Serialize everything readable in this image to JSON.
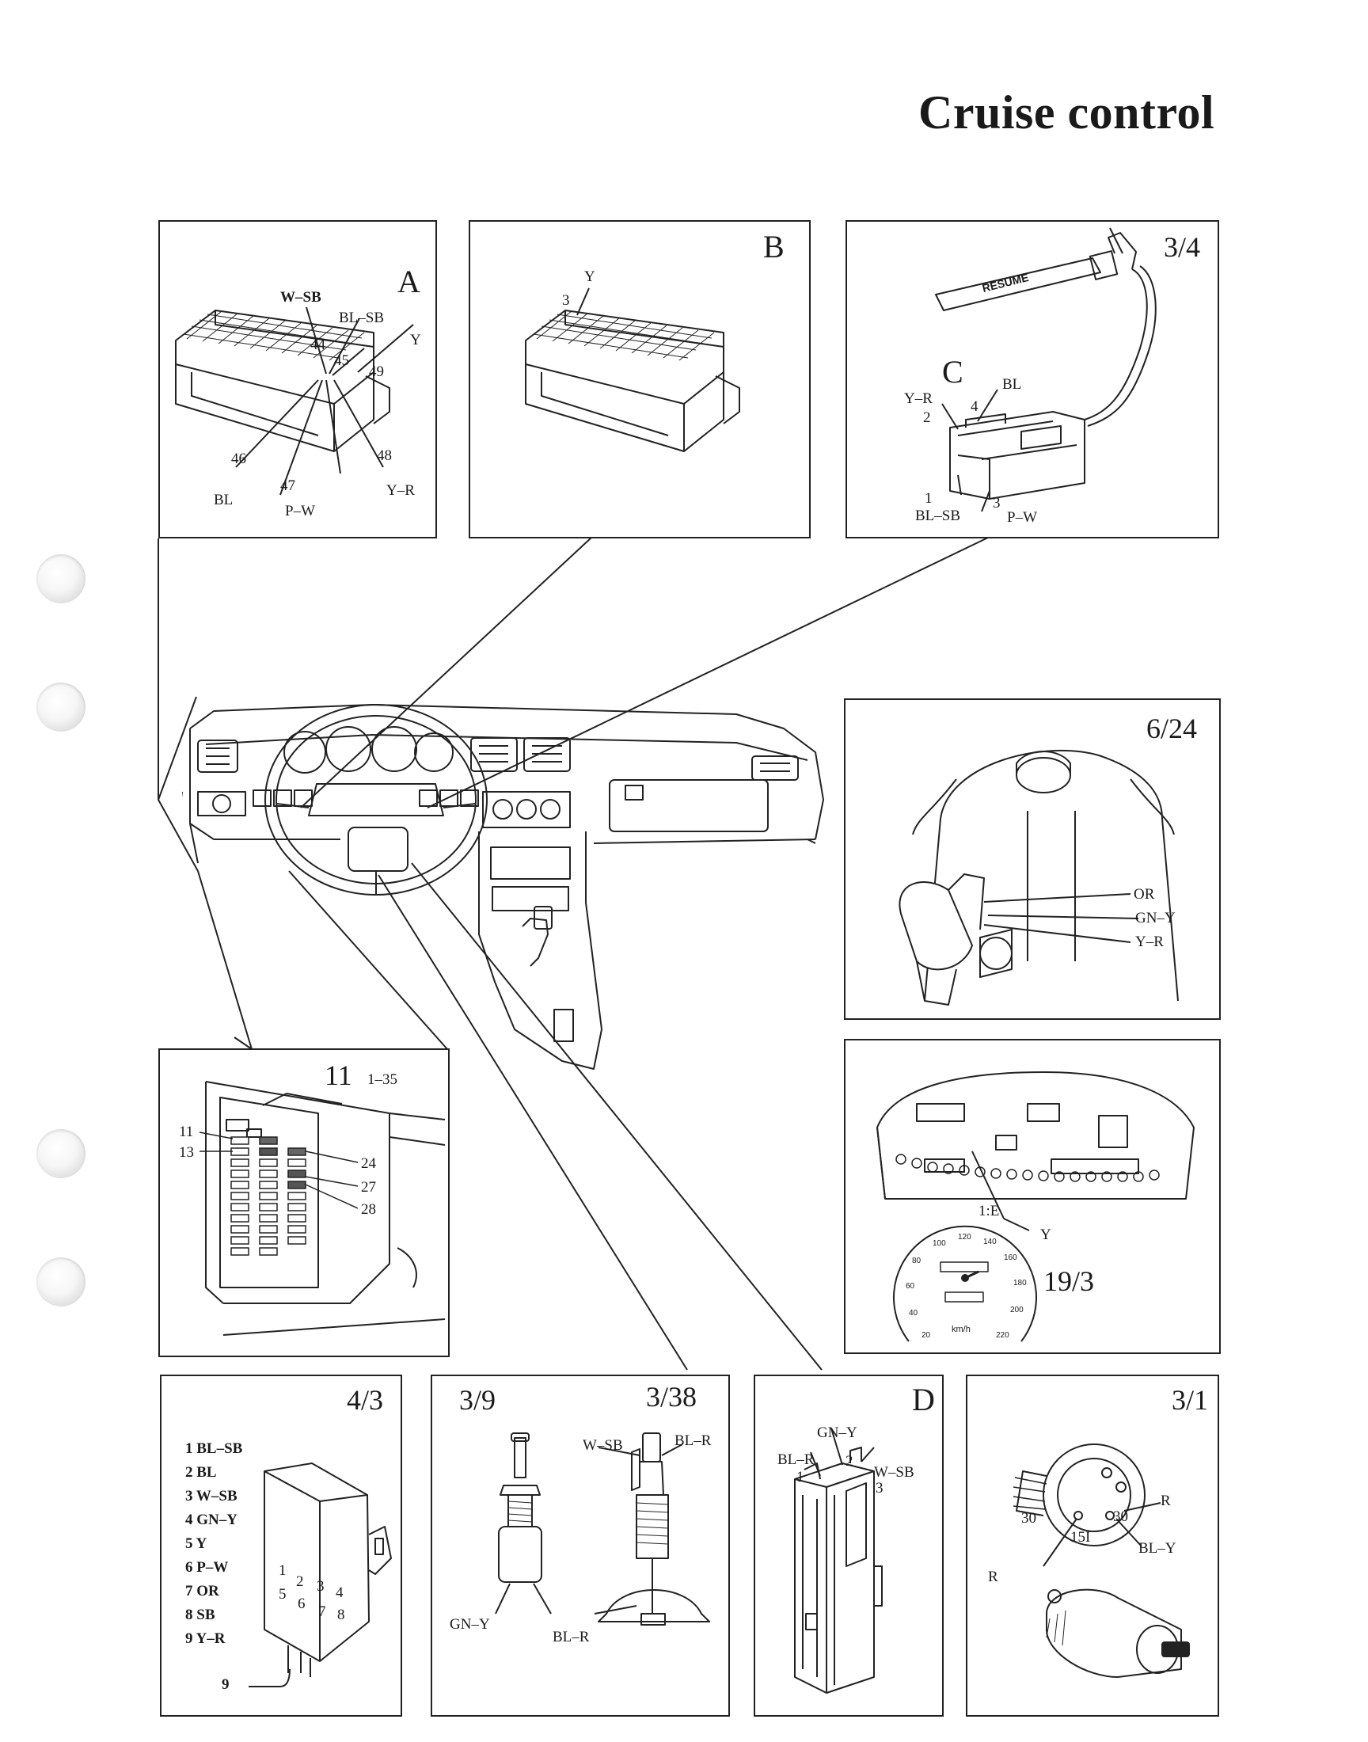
{
  "title": "Cruise control",
  "panels": {
    "A": {
      "tag": "A",
      "wires": [
        "W–SB",
        "BL–SB",
        "Y",
        "BL",
        "P–W",
        "Y–R"
      ],
      "pins": [
        "44",
        "45",
        "49",
        "46",
        "47",
        "48"
      ]
    },
    "B": {
      "tag": "B",
      "wire": "Y",
      "pin": "3"
    },
    "p34": {
      "ref": "3/4",
      "switch_text": "RESUME",
      "sub_tag": "C",
      "wires": [
        "BL",
        "Y–R",
        "BL–SB",
        "P–W"
      ],
      "pins": [
        "4",
        "2",
        "1",
        "3"
      ]
    },
    "p624": {
      "ref": "6/24",
      "wires": [
        "OR",
        "GN–Y",
        "Y–R"
      ]
    },
    "p193": {
      "ref": "19/3",
      "connector": "1:E",
      "wire": "Y",
      "gauge_ticks": [
        "20",
        "40",
        "60",
        "80",
        "100",
        "120",
        "140",
        "160",
        "180",
        "200",
        "220"
      ],
      "gauge_unit": "km/h"
    },
    "p11": {
      "ref": "11",
      "ref_sub": "1–35",
      "fuses": [
        "11",
        "13",
        "24",
        "27",
        "28"
      ]
    },
    "p43": {
      "ref": "4/3",
      "legend": [
        "1 BL–SB",
        "2 BL",
        "3 W–SB",
        "4 GN–Y",
        "5 Y",
        "6 P–W",
        "7 OR",
        "8 SB",
        "9 Y–R"
      ],
      "pins": [
        "1",
        "2",
        "3",
        "4",
        "5",
        "6",
        "7",
        "8"
      ],
      "pin9": "9"
    },
    "p39": {
      "ref_left": "3/9",
      "ref_right": "3/38",
      "wires": [
        "GN–Y",
        "BL–R",
        "W–SB",
        "BL–R"
      ]
    },
    "pD": {
      "tag": "D",
      "wires": [
        "GN–Y",
        "BL–R",
        "W–SB"
      ],
      "pins": [
        "2",
        "1",
        "3"
      ]
    },
    "p31": {
      "ref": "3/1",
      "wires": [
        "R",
        "BL–Y",
        "R"
      ],
      "pins": [
        "30",
        "30",
        "15I"
      ]
    }
  }
}
